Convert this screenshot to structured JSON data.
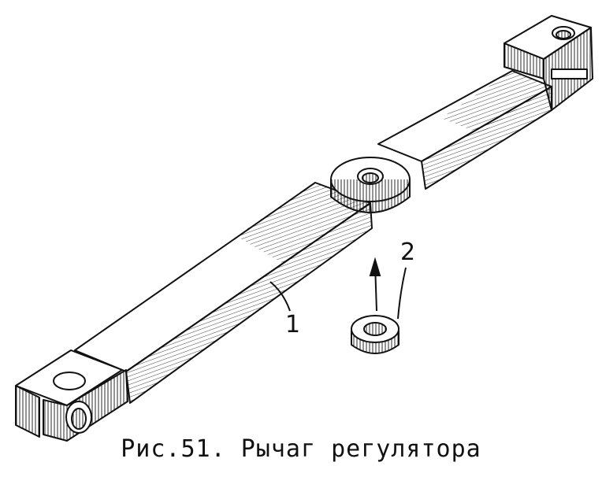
{
  "figure": {
    "caption": "Рис.51. Рычаг регулятора",
    "callouts": [
      {
        "id": "1",
        "label": "1"
      },
      {
        "id": "2",
        "label": "2"
      }
    ],
    "colors": {
      "ink": "#111111",
      "paper": "#ffffff"
    }
  }
}
